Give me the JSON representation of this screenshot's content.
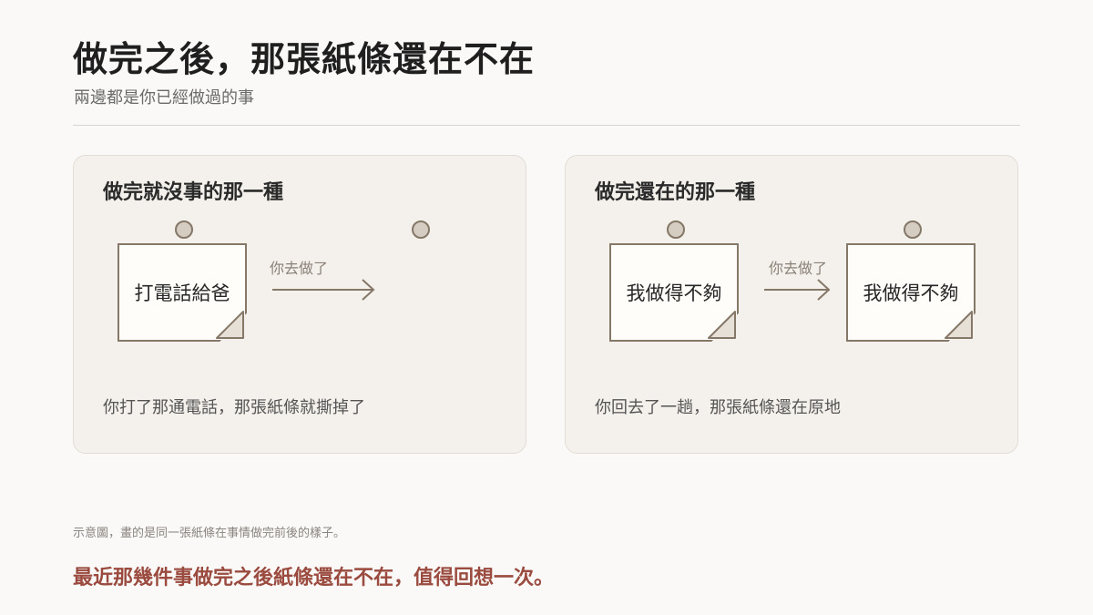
{
  "header": {
    "title": "做完之後，那張紙條還在不在",
    "subtitle": "兩邊都是你已經做過的事"
  },
  "panels": [
    {
      "heading": "做完就沒事的那一種",
      "note_text": "打電話給爸",
      "arrow_label": "你去做了",
      "after_note_present": false,
      "caption": "你打了那通電話，那張紙條就撕掉了"
    },
    {
      "heading": "做完還在的那一種",
      "note_text": "我做得不夠",
      "arrow_label": "你去做了",
      "after_note_present": true,
      "after_note_text": "我做得不夠",
      "caption": "你回去了一趟，那張紙條還在原地"
    }
  ],
  "footer": {
    "footnote": "示意圖，畫的是同一張紙條在事情做完前後的樣子。",
    "conclusion": "最近那幾件事做完之後紙條還在不在，值得回想一次。"
  },
  "colors": {
    "accent": "#9a4a3e",
    "note_border": "#857868",
    "panel_bg": "#f4f0eb"
  }
}
